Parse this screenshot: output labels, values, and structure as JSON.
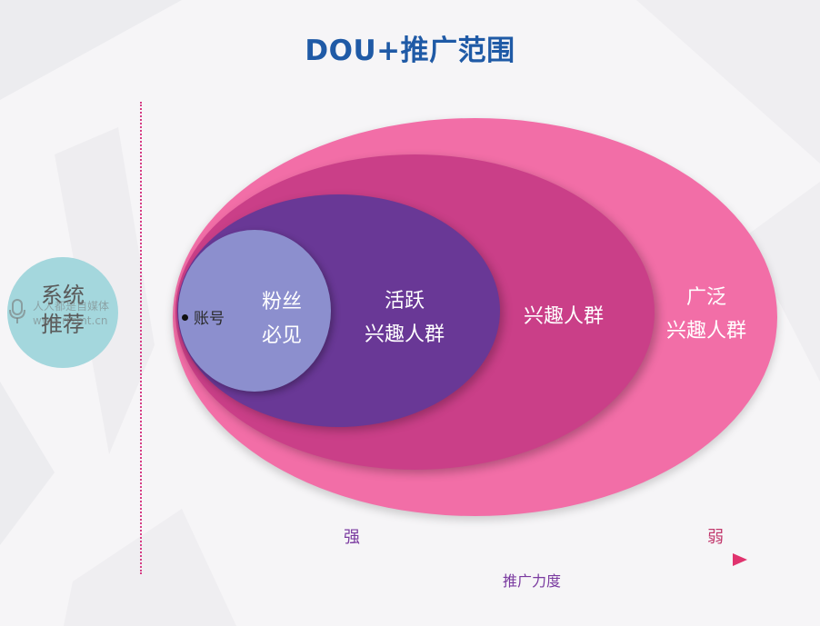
{
  "title": "DOU+推广范围",
  "system": {
    "line1": "系统",
    "line2": "推荐"
  },
  "watermark": {
    "line1": "人人都是自媒体",
    "line2": "www.rrzmt.cn"
  },
  "circles": {
    "broad": {
      "line1": "广泛",
      "line2": "兴趣人群"
    },
    "interest": {
      "line1": "兴趣人群"
    },
    "active": {
      "line1": "活跃",
      "line2": "兴趣人群"
    },
    "fans": {
      "line1": "粉丝",
      "line2": "必见"
    },
    "account": {
      "label": "账号"
    }
  },
  "axis": {
    "strong": "强",
    "weak": "弱",
    "label": "推广力度"
  },
  "colors": {
    "title": "#1f5aa6",
    "broad": "#f26ea7",
    "interest": "#ca3f88",
    "active": "#693896",
    "fans": "#8c8fce",
    "system": "#a4d7dd",
    "divider": "#d63c84"
  }
}
